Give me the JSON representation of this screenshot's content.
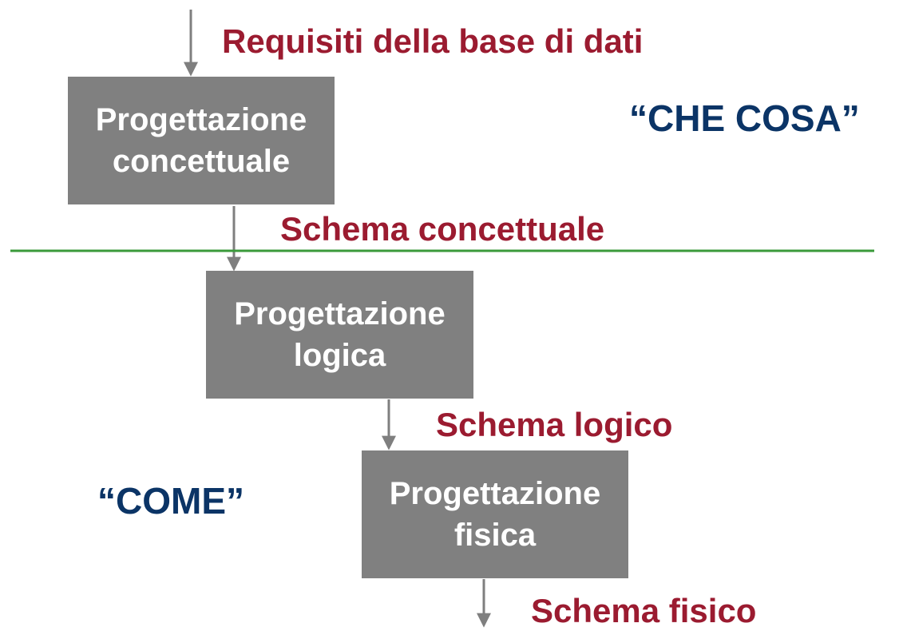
{
  "labels": {
    "requisiti": "Requisiti della base di dati",
    "schema_concettuale": "Schema concettuale",
    "schema_logico": "Schema logico",
    "schema_fisico": "Schema fisico",
    "che_cosa": "“CHE COSA”",
    "come": "“COME”"
  },
  "boxes": {
    "concettuale": {
      "line1": "Progettazione",
      "line2": "concettuale"
    },
    "logica": {
      "line1": "Progettazione",
      "line2": "logica"
    },
    "fisica": {
      "line1": "Progettazione",
      "line2": "fisica"
    }
  },
  "colors": {
    "label_red": "#9b1b30",
    "label_blue": "#0b3466",
    "box_gray": "#808080",
    "arrow_gray": "#7f7f7f",
    "divider_green": "#3a9a3a"
  }
}
